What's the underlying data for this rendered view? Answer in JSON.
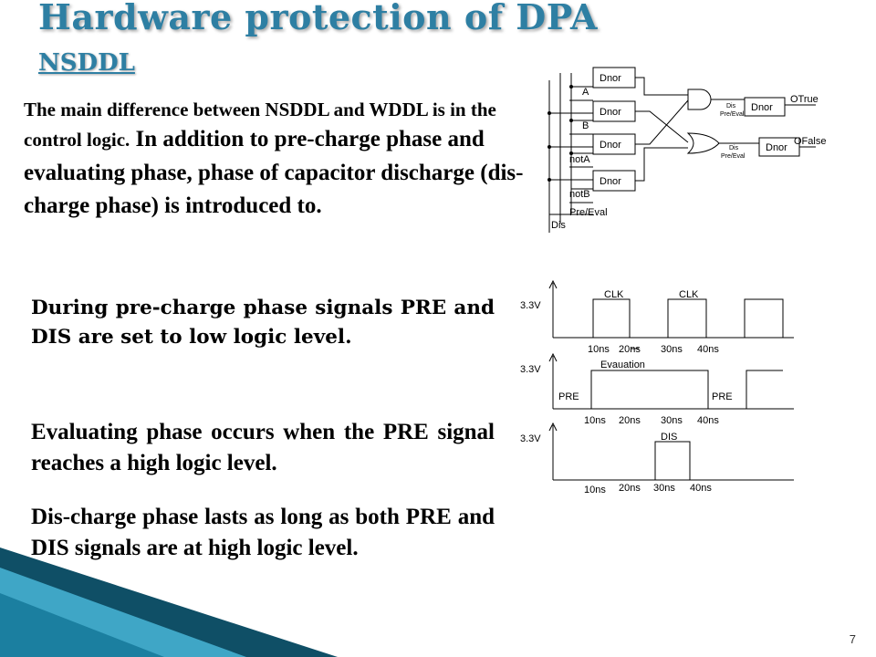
{
  "slide": {
    "title": "Hardware protection of DPA",
    "subtitle": "NSDDL",
    "page_number": "7"
  },
  "intro": {
    "part1": "The main difference between NSDDL and WDDL is in the control logic.",
    "part2": " In addition to pre-charge phase and evaluating phase, phase of capacitor discharge (dis-charge phase) is introduced to."
  },
  "paragraphs": {
    "precharge": "During pre-charge phase signals PRE and DIS are set to low logic level.",
    "evaluating": "Evaluating phase occurs when the PRE signal reaches a high logic level.",
    "discharge": "Dis-charge phase lasts as long as both PRE and DIS signals are at high logic level."
  },
  "circuit": {
    "inputs": [
      "A",
      "B",
      "notA",
      "notB",
      "Pre/Eval",
      "Dis"
    ],
    "gate_label": "Dnor",
    "ctrl_dis": "Dis",
    "ctrl_pre": "Pre/Eval",
    "out_true": "OTrue",
    "out_false": "OFalse"
  },
  "timing": {
    "voltage": "3.3V",
    "clk_label": "CLK",
    "eval_label": "Evauation",
    "pre_label": "PRE",
    "dis_label": "DIS",
    "ticks_1": [
      "10ns",
      "20ns",
      "30ns",
      "40ns"
    ],
    "ticks_2": [
      "10ns",
      "20ns",
      "30ns",
      "40ns"
    ],
    "ticks_3": [
      "10ns",
      "20ns",
      "30ns",
      "40ns"
    ]
  },
  "colors": {
    "title": "#2e7fa3",
    "corner_dark": "#0f4f66",
    "corner_light": "#3fa6c6"
  }
}
